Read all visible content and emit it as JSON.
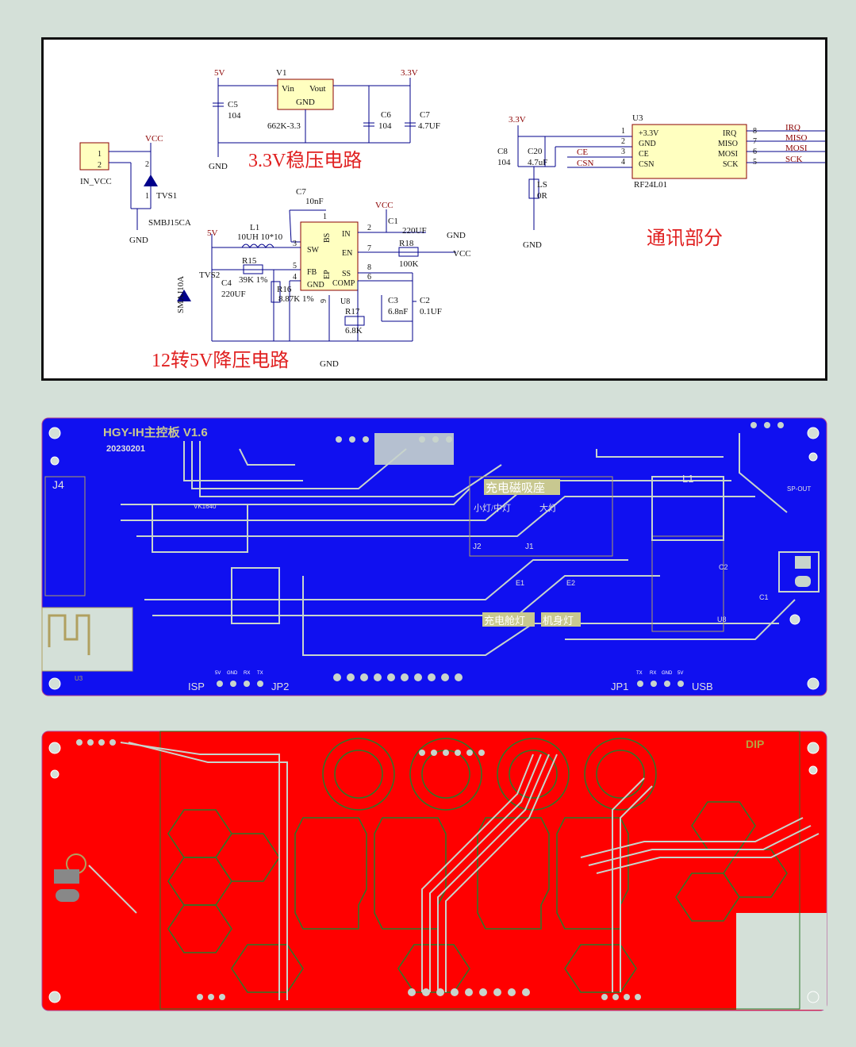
{
  "schematic": {
    "titles": {
      "reg33": "3.3V稳压电路",
      "buck": "12转5V降压电路",
      "comm": "通讯部分"
    },
    "in_vcc": {
      "connector": "IN_VCC",
      "pin1": "1",
      "pin2": "2",
      "vcc": "VCC",
      "tvs": "TVS1",
      "tvs_part": "SMBJ15CA",
      "gnd": "GND",
      "d_pin1": "1",
      "d_pin2": "2"
    },
    "reg": {
      "v5": "5V",
      "v33": "3.3V",
      "ref": "V1",
      "vin": "Vin",
      "vout": "Vout",
      "gnd_pin": "GND",
      "part": "662K-3.3",
      "c5": "C5",
      "c5v": "104",
      "c6": "C6",
      "c6v": "104",
      "c7": "C7",
      "c7v": "4.7UF",
      "gnd": "GND"
    },
    "buck": {
      "c7": "C7",
      "c7v": "10nF",
      "vcc": "VCC",
      "c1": "C1",
      "c1v": "220UF",
      "gnd": "GND",
      "v5": "5V",
      "l1": "L1",
      "l1v": "10UH 10*10",
      "r15": "R15",
      "r15v": "39K 1%",
      "tvs2": "TVS2",
      "c4": "C4",
      "c4v": "220UF",
      "tvs_part": "SMAJ10A",
      "r16": "R16",
      "r16v": "8.87K 1%",
      "r17": "R17",
      "r17v": "6.8K",
      "r18": "R18",
      "r18v": "100K",
      "vcc2": "VCC",
      "c3": "C3",
      "c3v": "6.8nF",
      "c2": "C2",
      "c2v": "0.1UF",
      "u8": "U8",
      "pins": {
        "sw": "SW",
        "fb": "FB",
        "gnd": "GND",
        "bs": "BS",
        "in": "IN",
        "en": "EN",
        "ss": "SS",
        "comp": "COMP",
        "ep": "EP"
      },
      "pnum": {
        "p1": "1",
        "p2": "2",
        "p3": "3",
        "p4": "4",
        "p5": "5",
        "p6": "6",
        "p7": "7",
        "p8": "8",
        "p9": "9"
      },
      "gnd2": "GND"
    },
    "comm": {
      "v33": "3.3V",
      "c8": "C8",
      "c8v": "104",
      "c20": "C20",
      "c20v": "4.7uF",
      "ls": "LS",
      "lsv": "0R",
      "gnd": "GND",
      "u3": "U3",
      "part": "RF24L01",
      "left": [
        {
          "n": "1",
          "p": "+3.3V"
        },
        {
          "n": "2",
          "p": "GND"
        },
        {
          "n": "3",
          "p": "CE"
        },
        {
          "n": "4",
          "p": "CSN"
        }
      ],
      "right": [
        {
          "n": "8",
          "p": "IRQ"
        },
        {
          "n": "7",
          "p": "MISO"
        },
        {
          "n": "6",
          "p": "MOSI"
        },
        {
          "n": "5",
          "p": "SCK"
        }
      ],
      "nets_left": [
        "CE",
        "CSN"
      ],
      "nets_right": [
        "IRQ",
        "MISO",
        "MOSI",
        "SCK"
      ]
    }
  },
  "pcb_top": {
    "title": "HGY-IH主控板 V1.6",
    "date": "20230201",
    "j4": "J4",
    "labels": {
      "magnet": "充电磁吸座",
      "small_light": "小灯/中灯",
      "big_light": "大灯",
      "j2": "J2",
      "j1": "J1",
      "l1": "L1",
      "charge_light": "充电舱灯",
      "body_light": "机身灯",
      "u8": "U8",
      "u3": "U3",
      "isp": "ISP",
      "jp2": "JP2",
      "jp1": "JP1",
      "usb": "USB",
      "vk": "VK1640",
      "sp_out": "SP-OUT",
      "e1": "E1",
      "e2": "E2",
      "c1": "C1",
      "c2": "C2"
    },
    "isp_pins": [
      "5V",
      "GND",
      "RX",
      "TX"
    ],
    "usb_pins": [
      "TX",
      "RX",
      "GND",
      "5V"
    ]
  },
  "pcb_bottom": {
    "dip": "DIP"
  },
  "colors": {
    "bg": "#d4e0d8",
    "blue": "#1010f0",
    "red": "#ff0000",
    "trace_light": "#c8d4cc",
    "yellow": "#e8e060"
  }
}
